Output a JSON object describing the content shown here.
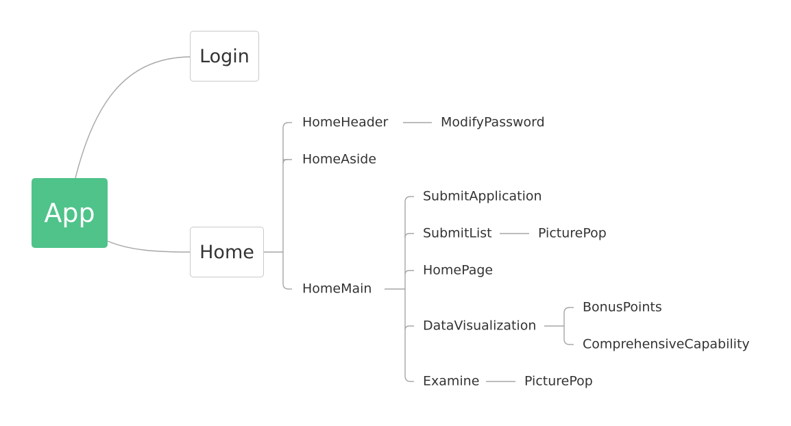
{
  "colors": {
    "root_fill": "#4fc38a",
    "connector": "#a6a6a6"
  },
  "root": {
    "label": "App"
  },
  "login": {
    "label": "Login"
  },
  "home": {
    "label": "Home"
  },
  "home_header": {
    "label": "HomeHeader"
  },
  "modify_password": {
    "label": "ModifyPassword"
  },
  "home_aside": {
    "label": "HomeAside"
  },
  "home_main": {
    "label": "HomeMain"
  },
  "submit_application": {
    "label": "SubmitApplication"
  },
  "submit_list": {
    "label": "SubmitList"
  },
  "submit_list_picture_pop": {
    "label": "PicturePop"
  },
  "home_page": {
    "label": "HomePage"
  },
  "data_visualization": {
    "label": "DataVisualization"
  },
  "bonus_points": {
    "label": "BonusPoints"
  },
  "comprehensive_capability": {
    "label": "ComprehensiveCapability"
  },
  "examine": {
    "label": "Examine"
  },
  "examine_picture_pop": {
    "label": "PicturePop"
  }
}
